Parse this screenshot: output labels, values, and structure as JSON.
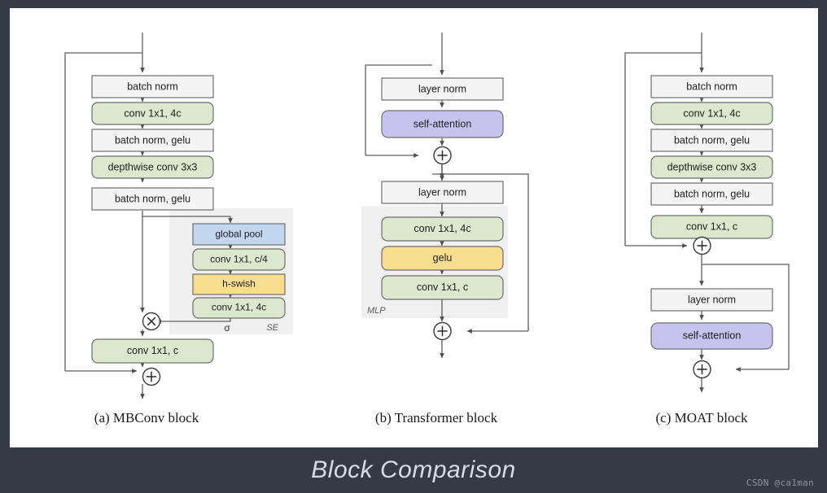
{
  "page": {
    "title": "Block Comparison",
    "watermark": "CSDN @ca1man",
    "background_color": "#343a46",
    "panel_color": "#ffffff",
    "title_color": "#d6dbe6"
  },
  "palette": {
    "box_grey_fill": "#f4f4f4",
    "box_green_fill": "#dce8cd",
    "box_blue_fill": "#c3d6ef",
    "box_yellow_fill": "#f9dd8f",
    "box_purple_fill": "#c6c4ef",
    "box_stroke": "#6e6e6e",
    "group_fill": "#f0f0f0",
    "line_color": "#5d5d5d",
    "text_color": "#1d1d1d"
  },
  "diagram": {
    "columns": [
      {
        "id": "mbconv",
        "caption": "(a) MBConv block",
        "blocks": [
          {
            "id": "a-batch-norm",
            "label": "batch norm",
            "style": "grey",
            "shape": "rect"
          },
          {
            "id": "a-conv-4c",
            "label": "conv 1x1, 4c",
            "style": "green",
            "shape": "rounded"
          },
          {
            "id": "a-batch-norm-gelu",
            "label": "batch norm, gelu",
            "style": "grey",
            "shape": "rect"
          },
          {
            "id": "a-dwconv",
            "label": "depthwise conv 3x3",
            "style": "green",
            "shape": "rounded"
          },
          {
            "id": "a-batch-norm-gelu2",
            "label": "batch norm, gelu",
            "style": "grey",
            "shape": "rect"
          },
          {
            "id": "a-global-pool",
            "label": "global pool",
            "style": "blue",
            "shape": "rect"
          },
          {
            "id": "a-conv-c4",
            "label": "conv 1x1, c/4",
            "style": "green",
            "shape": "rounded"
          },
          {
            "id": "a-hswish",
            "label": "h-swish",
            "style": "yellow",
            "shape": "rect"
          },
          {
            "id": "a-conv-4c-se",
            "label": "conv 1x1, 4c",
            "style": "green",
            "shape": "rounded"
          },
          {
            "id": "a-conv-c",
            "label": "conv 1x1, c",
            "style": "green",
            "shape": "rounded"
          }
        ],
        "group_label": "SE",
        "branch_label": "σ",
        "operators": [
          {
            "id": "a-mul",
            "symbol": "✕"
          },
          {
            "id": "a-add",
            "symbol": "+"
          }
        ]
      },
      {
        "id": "transformer",
        "caption": "(b) Transformer block",
        "blocks": [
          {
            "id": "b-layer-norm",
            "label": "layer norm",
            "style": "grey",
            "shape": "rect"
          },
          {
            "id": "b-self-attn",
            "label": "self-attention",
            "style": "purple",
            "shape": "rounded"
          },
          {
            "id": "b-layer-norm2",
            "label": "layer norm",
            "style": "grey",
            "shape": "rect"
          },
          {
            "id": "b-conv-4c",
            "label": "conv 1x1, 4c",
            "style": "green",
            "shape": "rounded"
          },
          {
            "id": "b-gelu",
            "label": "gelu",
            "style": "yellow",
            "shape": "rounded"
          },
          {
            "id": "b-conv-c",
            "label": "conv 1x1, c",
            "style": "green",
            "shape": "rounded"
          }
        ],
        "group_label": "MLP",
        "operators": [
          {
            "id": "b-add1",
            "symbol": "+"
          },
          {
            "id": "b-add2",
            "symbol": "+"
          }
        ]
      },
      {
        "id": "moat",
        "caption": "(c) MOAT block",
        "blocks": [
          {
            "id": "c-batch-norm",
            "label": "batch norm",
            "style": "grey",
            "shape": "rect"
          },
          {
            "id": "c-conv-4c",
            "label": "conv 1x1, 4c",
            "style": "green",
            "shape": "rounded"
          },
          {
            "id": "c-batch-norm-gelu",
            "label": "batch norm, gelu",
            "style": "grey",
            "shape": "rect"
          },
          {
            "id": "c-dwconv",
            "label": "depthwise conv 3x3",
            "style": "green",
            "shape": "rounded"
          },
          {
            "id": "c-batch-norm-gelu2",
            "label": "batch norm, gelu",
            "style": "grey",
            "shape": "rect"
          },
          {
            "id": "c-conv-c",
            "label": "conv 1x1, c",
            "style": "green",
            "shape": "rounded"
          },
          {
            "id": "c-layer-norm",
            "label": "layer norm",
            "style": "grey",
            "shape": "rect"
          },
          {
            "id": "c-self-attn",
            "label": "self-attention",
            "style": "purple",
            "shape": "rounded"
          }
        ],
        "operators": [
          {
            "id": "c-add1",
            "symbol": "+"
          },
          {
            "id": "c-add2",
            "symbol": "+"
          }
        ]
      }
    ]
  }
}
